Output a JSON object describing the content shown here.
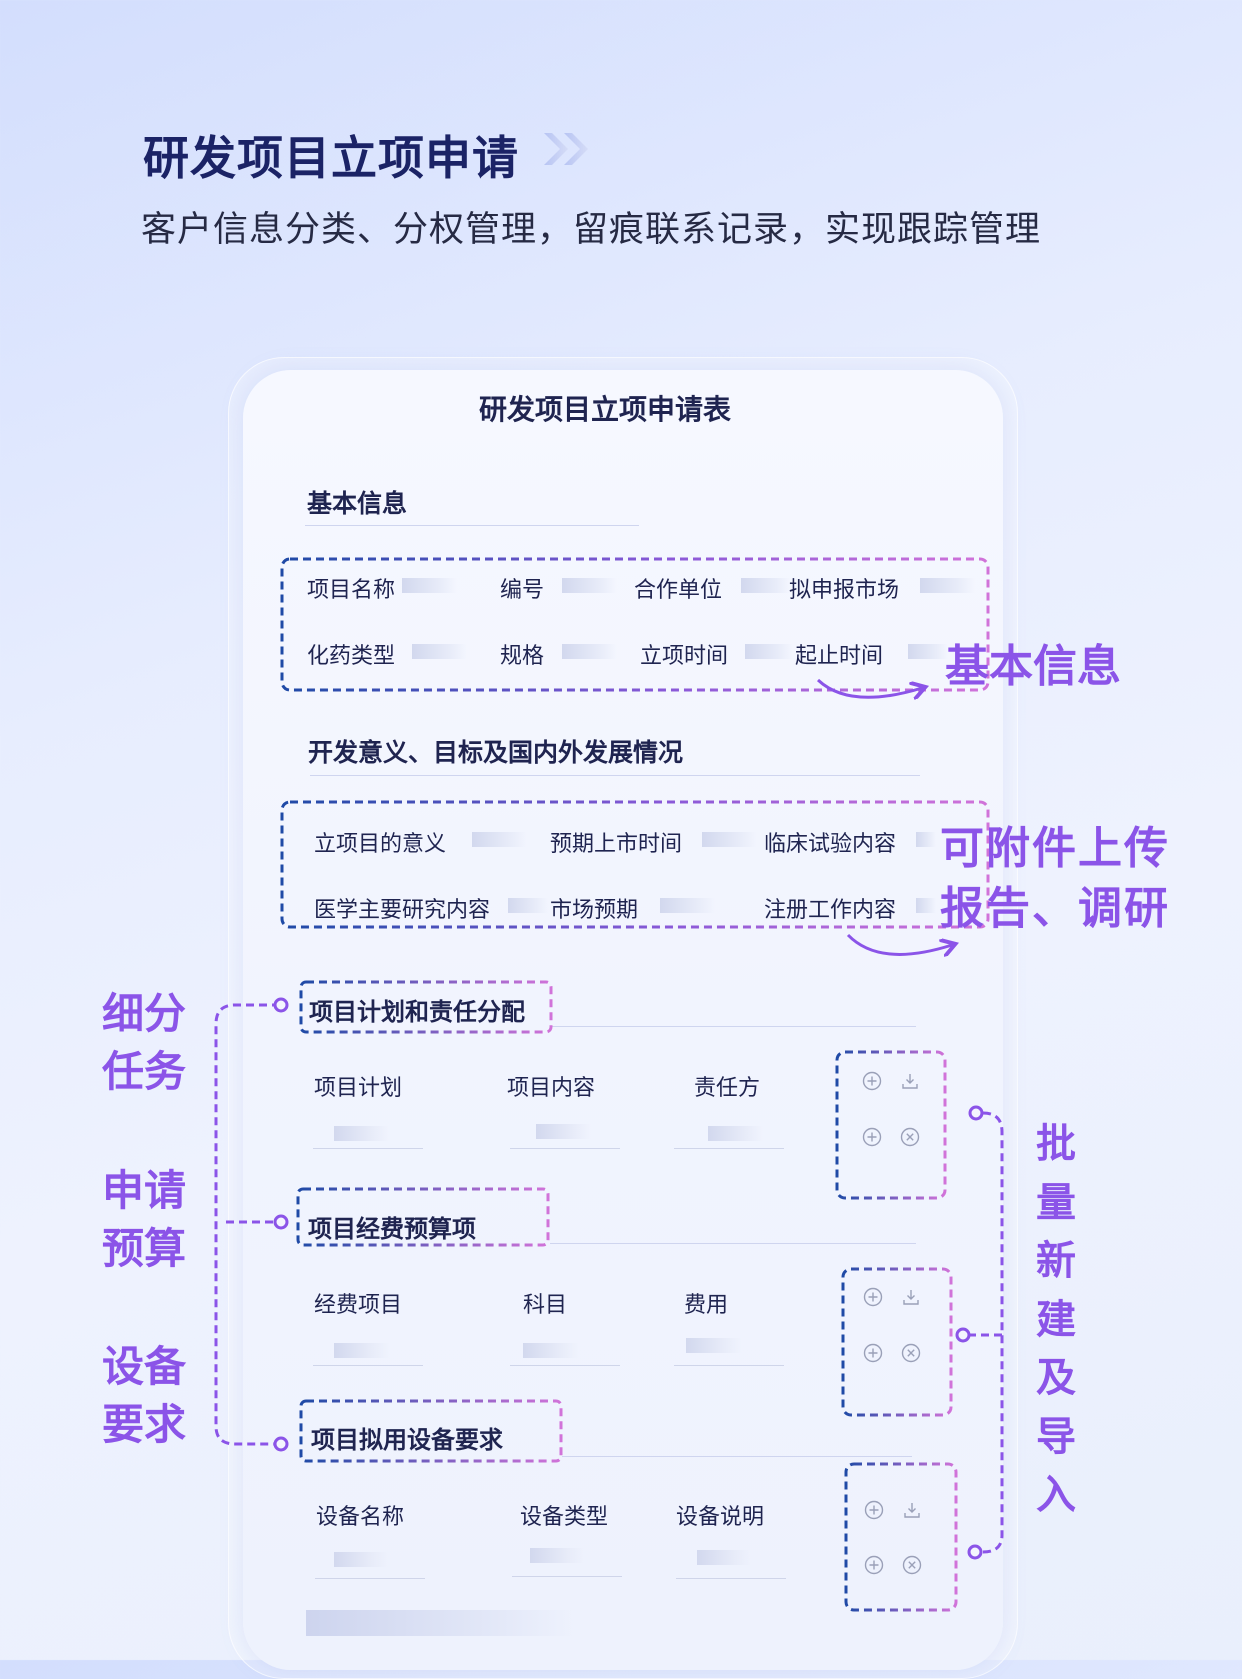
{
  "hero": {
    "title": "研发项目立项申请",
    "subtitle": "客户信息分类、分权管理，留痕联系记录，实现跟踪管理"
  },
  "form": {
    "title": "研发项目立项申请表",
    "basic": {
      "heading": "基本信息",
      "fields": [
        "项目名称",
        "编号",
        "合作单位",
        "拟申报市场",
        "化药类型",
        "规格",
        "立项时间",
        "起止时间"
      ]
    },
    "dev": {
      "heading": "开发意义、目标及国内外发展情况",
      "fields": [
        "立项目的意义",
        "预期上市时间",
        "临床试验内容",
        "医学主要研究内容",
        "市场预期",
        "注册工作内容"
      ]
    },
    "plan": {
      "heading": "项目计划和责任分配",
      "columns": [
        "项目计划",
        "项目内容",
        "责任方"
      ]
    },
    "budget": {
      "heading": "项目经费预算项",
      "columns": [
        "经费项目",
        "科目",
        "费用"
      ]
    },
    "equipment": {
      "heading": "项目拟用设备要求",
      "columns": [
        "设备名称",
        "设备类型",
        "设备说明"
      ]
    }
  },
  "annotations": {
    "basic_info": "基本信息",
    "attach_line1": "可附件上传",
    "attach_line2": "报告、调研",
    "task": [
      "细分",
      "任务"
    ],
    "budget": [
      "申请",
      "预算"
    ],
    "equipment": [
      "设备",
      "要求"
    ],
    "batch": [
      "批",
      "量",
      "新",
      "建",
      "及",
      "导",
      "入"
    ]
  },
  "icons": {
    "row_actions": [
      "plus-circle-icon",
      "download-icon",
      "plus-circle-icon",
      "close-circle-icon"
    ]
  },
  "colors": {
    "accent_purple": "#8b54e8",
    "dash_blue": "#1f4aa6",
    "dash_pink": "#d173d9",
    "title_navy": "#1b2366"
  }
}
